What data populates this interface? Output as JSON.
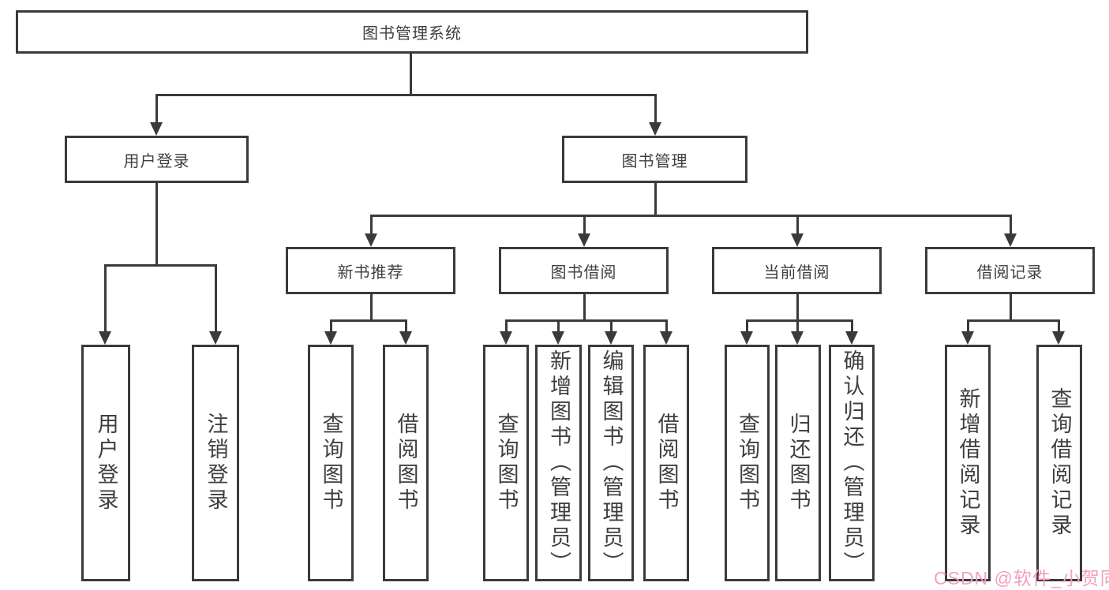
{
  "page": {
    "background": "#ffffff",
    "line_color": "#3a3a3a",
    "text_color": "#3f3f3f"
  },
  "watermark": {
    "text": "CSDN @软件_小贺同学",
    "color": "#f2a0bd"
  },
  "tree": {
    "root": {
      "label": "图书管理系统",
      "children": [
        {
          "label": "用户登录",
          "children": [
            {
              "label": "用户登录"
            },
            {
              "label": "注销登录"
            }
          ]
        },
        {
          "label": "图书管理",
          "children": [
            {
              "label": "新书推荐",
              "children": [
                {
                  "label": "查询图书"
                },
                {
                  "label": "借阅图书"
                }
              ]
            },
            {
              "label": "图书借阅",
              "children": [
                {
                  "label": "查询图书"
                },
                {
                  "label": "新增图书（管理员）"
                },
                {
                  "label": "编辑图书（管理员）"
                },
                {
                  "label": "借阅图书"
                }
              ]
            },
            {
              "label": "当前借阅",
              "children": [
                {
                  "label": "查询图书"
                },
                {
                  "label": "归还图书"
                },
                {
                  "label": "确认归还（管理员）"
                }
              ]
            },
            {
              "label": "借阅记录",
              "children": [
                {
                  "label": "新增借阅记录"
                },
                {
                  "label": "查询借阅记录"
                }
              ]
            }
          ]
        }
      ]
    }
  }
}
